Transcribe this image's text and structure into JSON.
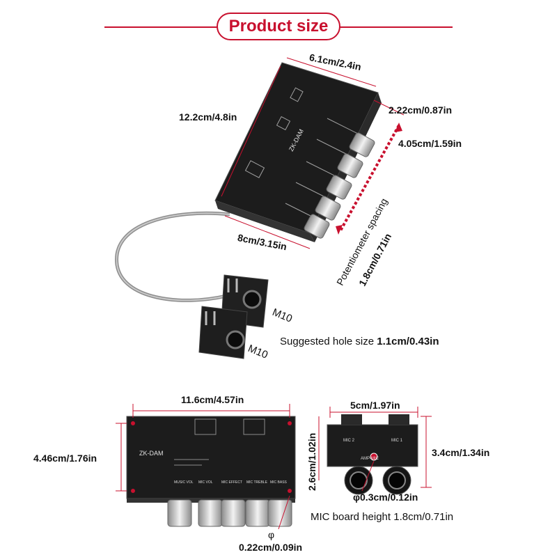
{
  "title": "Product size",
  "colors": {
    "accent": "#c8102e",
    "board": "#1b1b1b",
    "silk": "#d9d9d9",
    "knob": "#bfbfbf"
  },
  "top_board": {
    "width": "6.1cm/2.4in",
    "length": "12.2cm/4.8in",
    "height": "2.22cm/0.87in",
    "pot_span": "4.05cm/1.59in",
    "depth": "8cm/3.15in",
    "pot_spacing_label": "Potentiometer spacing",
    "pot_spacing_value": "1.8cm/0.71in",
    "model": "ZK-DAM"
  },
  "jacks": {
    "thread_1": "M10",
    "thread_2": "M10",
    "hole_prefix": "Suggested hole size ",
    "hole_value": "1.1cm/0.43in"
  },
  "bottom_board": {
    "width": "11.6cm/4.57in",
    "height": "4.46cm/1.76in",
    "phi": "φ",
    "hole": "0.22cm/0.09in",
    "model": "ZK-DAM",
    "pot_labels": [
      "MUSIC VOL",
      "MIC VOL",
      "MIC EFFECT",
      "MIC TREBLE",
      "MIC BASS"
    ]
  },
  "mic_board": {
    "width": "5cm/1.97in",
    "depth": "2.6cm/1.02in",
    "height_side": "3.4cm/1.34in",
    "hole": "φ0.3cm/0.12in",
    "board_height": "MIC board height 1.8cm/0.71in",
    "labels": [
      "MIC 2",
      "MIC 1",
      "AMP-MIC"
    ]
  },
  "icons": [
    "arrow-icon",
    "dimension-line-icon"
  ]
}
